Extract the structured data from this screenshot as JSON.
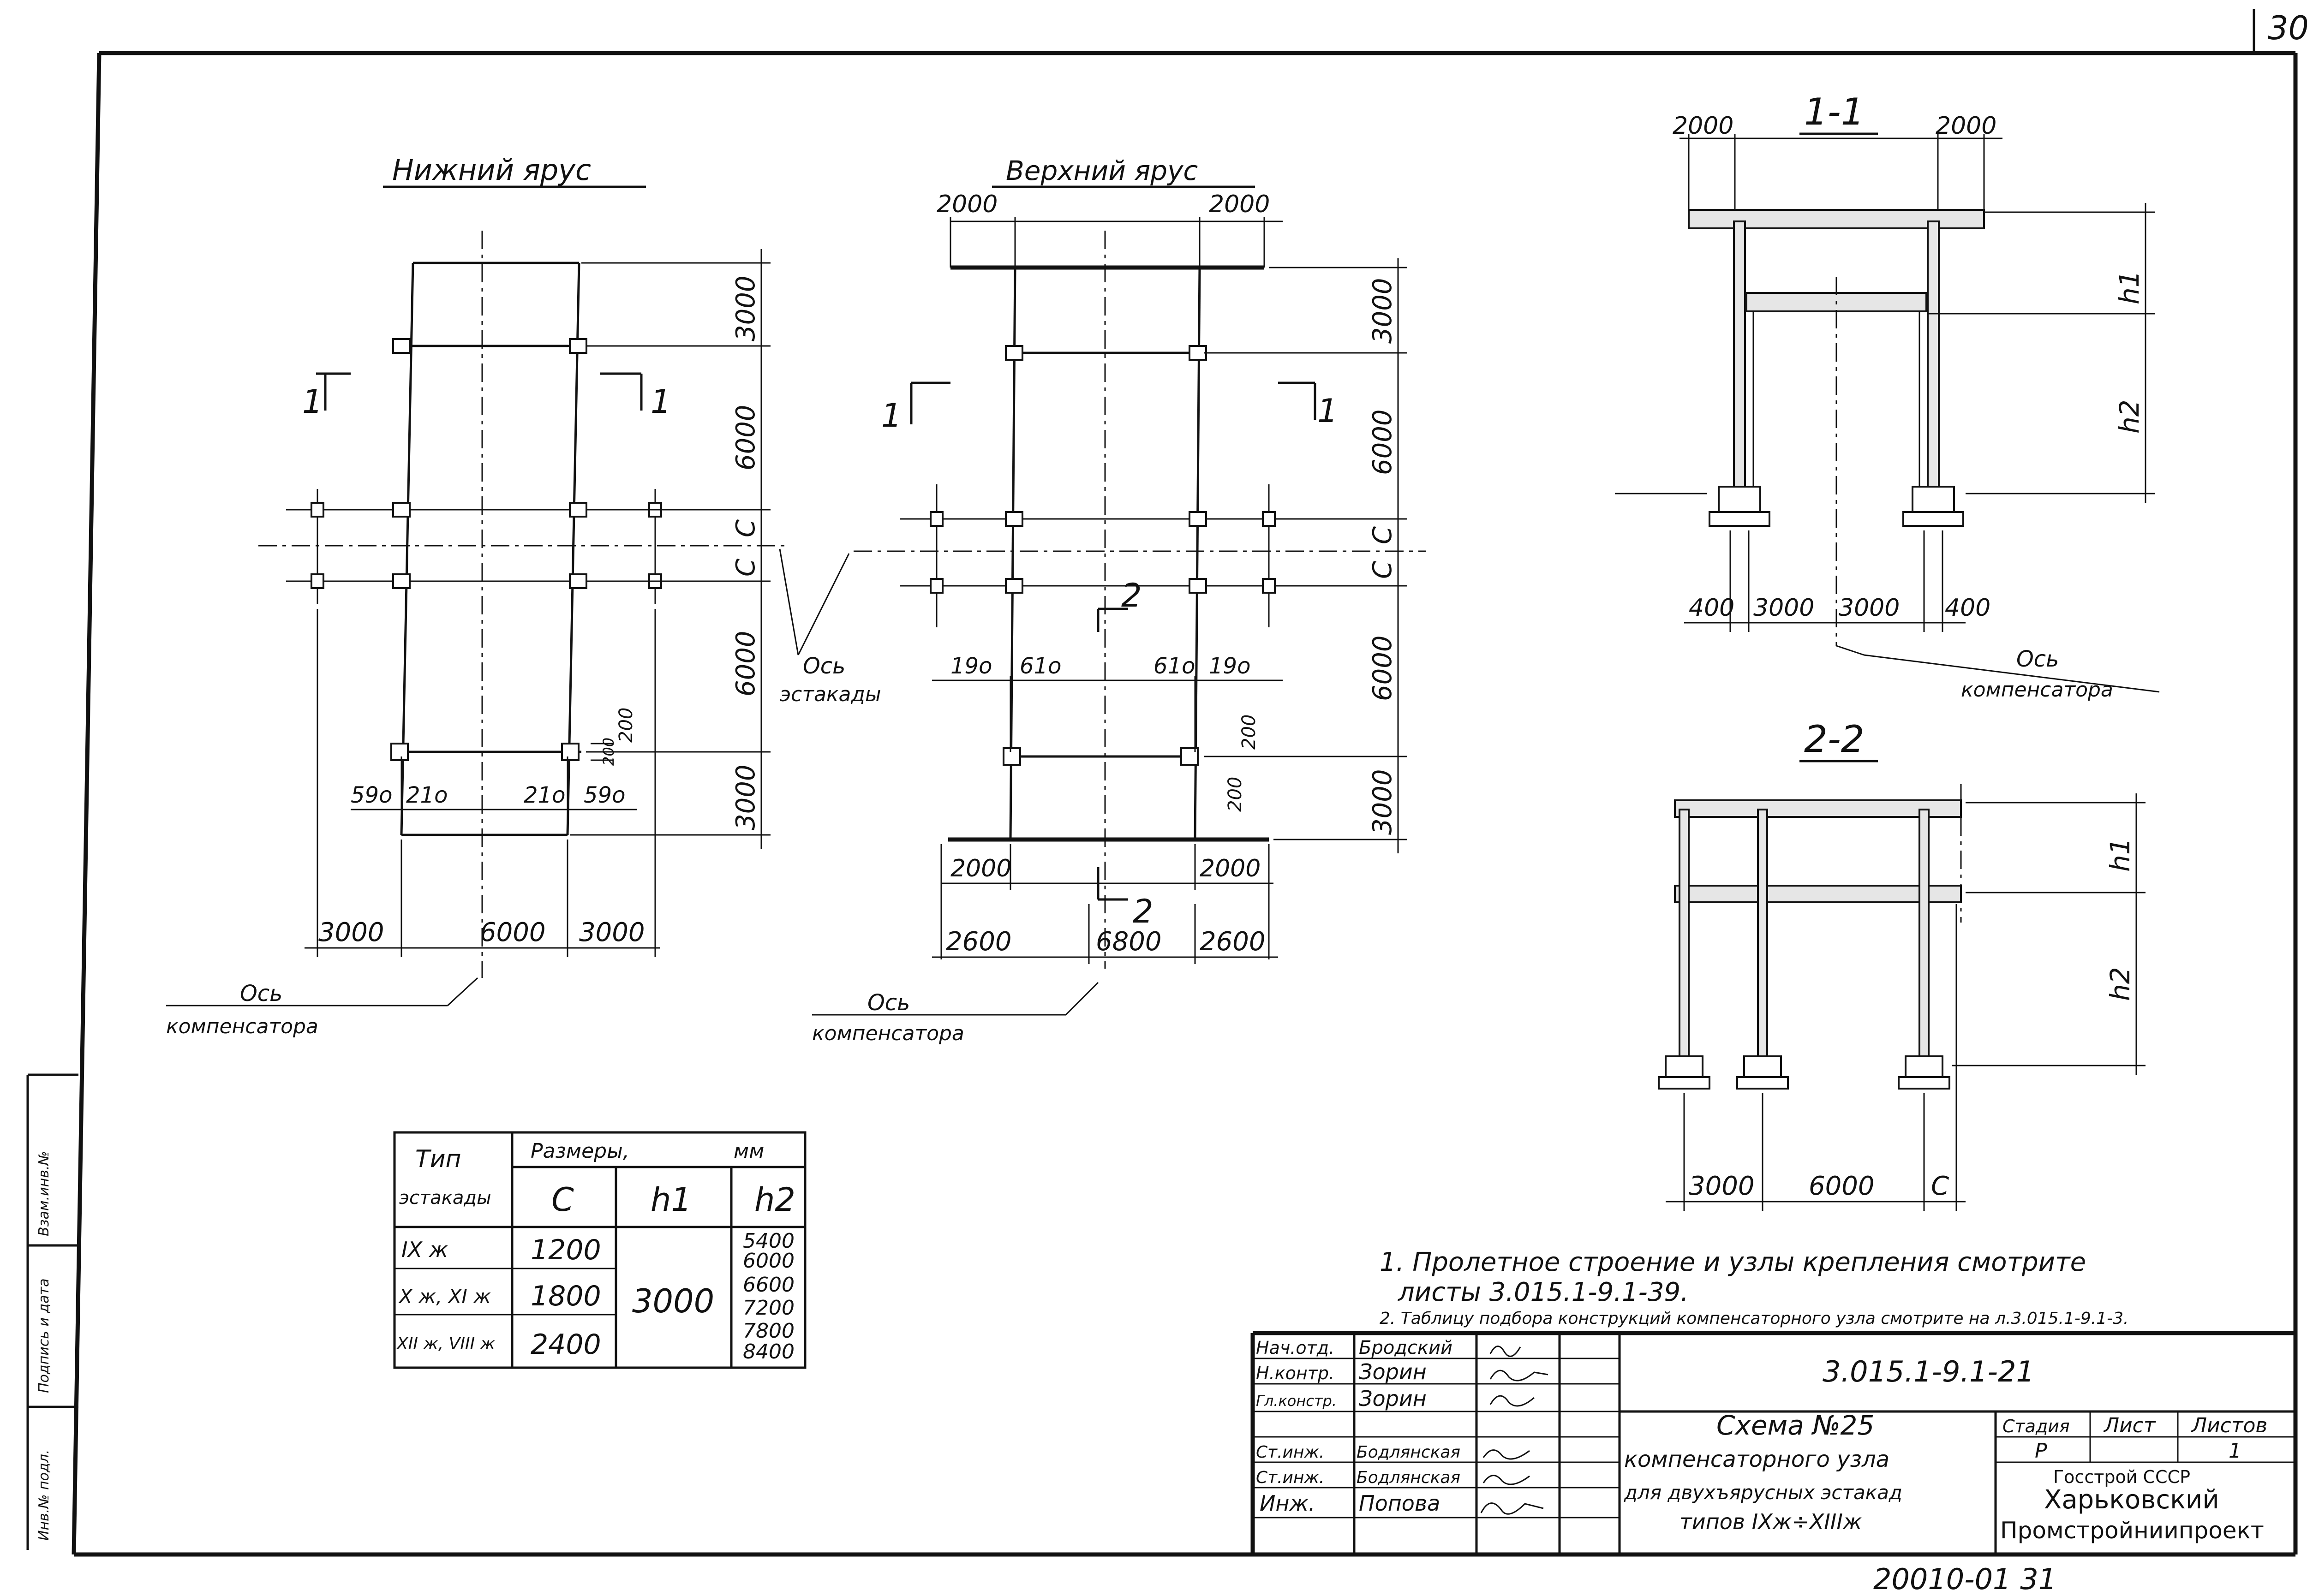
{
  "sheet_number": "30",
  "plan_lower": {
    "title": "Нижний ярус",
    "section_marks": [
      "1",
      "1"
    ],
    "dims_right": [
      "3000",
      "6000",
      "С",
      "С",
      "6000",
      "3000"
    ],
    "dims_bottom": [
      "3000",
      "6000",
      "3000"
    ],
    "dims_detail": [
      "59о",
      "21о",
      "21о",
      "59о",
      "200",
      "200"
    ],
    "axis_label_1": "Ось",
    "axis_label_2": "эстакады",
    "comp_label_1": "Ось",
    "comp_label_2": "компенсатора"
  },
  "plan_upper": {
    "title": "Верхний ярус",
    "section_marks": [
      "1",
      "1",
      "2",
      "2"
    ],
    "dims_top": [
      "2000",
      "2000"
    ],
    "dims_right": [
      "3000",
      "6000",
      "С",
      "С",
      "6000",
      "3000"
    ],
    "dims_detail": [
      "19о",
      "61о",
      "61о",
      "19о",
      "200",
      "200"
    ],
    "dims_bottom_1": [
      "2000",
      "2000"
    ],
    "dims_bottom_2": [
      "2600",
      "6800",
      "2600"
    ],
    "comp_label_1": "Ось",
    "comp_label_2": "компенсатора"
  },
  "section_1": {
    "title": "1-1",
    "dims_top": [
      "2000",
      "2000"
    ],
    "dims_side": [
      "h1",
      "h2"
    ],
    "dims_bottom": [
      "400",
      "3000",
      "3000",
      "400"
    ],
    "comp_label_1": "Ось",
    "comp_label_2": "компенсатора"
  },
  "section_2": {
    "title": "2-2",
    "dims_side": [
      "h1",
      "h2"
    ],
    "dims_bottom": [
      "3000",
      "6000",
      "С"
    ]
  },
  "table": {
    "head_type_1": "Тип",
    "head_type_2": "эстакады",
    "head_sizes": "Размеры,",
    "head_unit": "мм",
    "col_c": "С",
    "col_h1": "h1",
    "col_h2": "h2",
    "rows": [
      {
        "type": "IX ж",
        "c": "1200"
      },
      {
        "type": "X ж, XI ж",
        "c": "1800"
      },
      {
        "type": "XII ж, VIII ж",
        "c": "2400"
      }
    ],
    "h1_value": "3000",
    "h2_values": [
      "5400",
      "6000",
      "6600",
      "7200",
      "7800",
      "8400"
    ]
  },
  "notes": [
    "1. Пролетное строение и узлы крепления смотрите",
    "листы 3.015.1-9.1-39.",
    "2. Таблицу подбора конструкций компенсаторного узла смотрите на л.3.015.1-9.1-3."
  ],
  "title_block": {
    "people": [
      {
        "role": "Нач.отд.",
        "name": "Бродский"
      },
      {
        "role": "Н.контр.",
        "name": "Зорин"
      },
      {
        "role": "Гл.констр.",
        "name": "Зорин"
      },
      {
        "role": "",
        "name": ""
      },
      {
        "role": "Ст.инж.",
        "name": "Бодлянская"
      },
      {
        "role": "Ст.инж.",
        "name": "Бодлянская"
      },
      {
        "role": "Инж.",
        "name": "Попова"
      }
    ],
    "doc_code": "3.015.1-9.1-21",
    "desc": [
      "Схема №25",
      "компенсаторного узла",
      "для двухъярусных эстакад",
      "типов IXж÷XIIIж"
    ],
    "stage_head": "Стадия",
    "sheet_head": "Лист",
    "sheets_head": "Листов",
    "stage": "Р",
    "sheets": "1",
    "org": [
      "Госстрой СССР",
      "Харьковский",
      "Промстройниипроект"
    ]
  },
  "left_strip": [
    "Инв.№ подл.",
    "Подпись и дата",
    "Взам.инв.№"
  ],
  "bottom_number": "20010-01 31"
}
